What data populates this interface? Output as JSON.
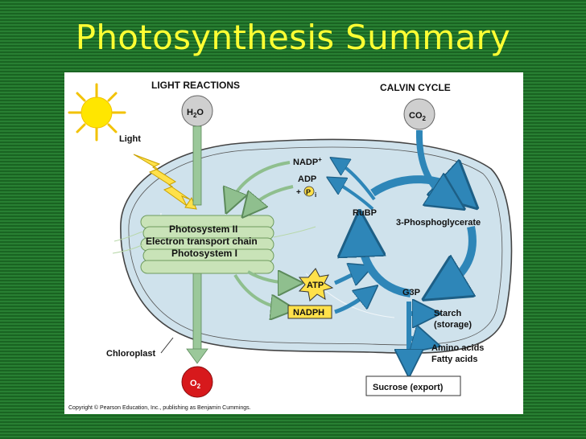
{
  "slide": {
    "title": "Photosynthesis Summary"
  },
  "diagram": {
    "light_reactions": "LIGHT REACTIONS",
    "calvin_cycle": "CALVIN CYCLE",
    "water": {
      "base": "H",
      "sub": "2",
      "tail": "O"
    },
    "co2": {
      "base": "CO",
      "sub": "2"
    },
    "o2": {
      "base": "O",
      "sub": "2"
    },
    "light": "Light",
    "photosystem_ii": "Photosystem II",
    "etc": "Electron transport chain",
    "photosystem_i": "Photosystem I",
    "nadp": {
      "base": "NADP",
      "sup": "+"
    },
    "adp": "ADP",
    "pi": {
      "plus": "+",
      "p": "P",
      "sub": "i"
    },
    "rubp": "RuBP",
    "pga": "3-Phosphoglycerate",
    "atp": "ATP",
    "nadph": "NADPH",
    "g3p": "G3P",
    "starch_1": "Starch",
    "starch_2": "(storage)",
    "amino": "Amino acids",
    "fatty": "Fatty acids",
    "chloroplast": "Chloroplast",
    "sucrose": "Sucrose (export)",
    "copyright": "Copyright © Pearson Education, Inc., publishing as Benjamin Cummings."
  },
  "colors": {
    "title": "#ffff33",
    "background": "#1f7a2a",
    "chloroplast_fill": "#cfe2ec",
    "arrow_green": "#9bc89a",
    "arrow_blue": "#2e86b8",
    "thylakoid": "#c9e3b8",
    "gas_gray": "#c8c8c8",
    "o2_red": "#d7191c",
    "atp_yellow": "#ffe14a",
    "sun": "#ffe600"
  }
}
